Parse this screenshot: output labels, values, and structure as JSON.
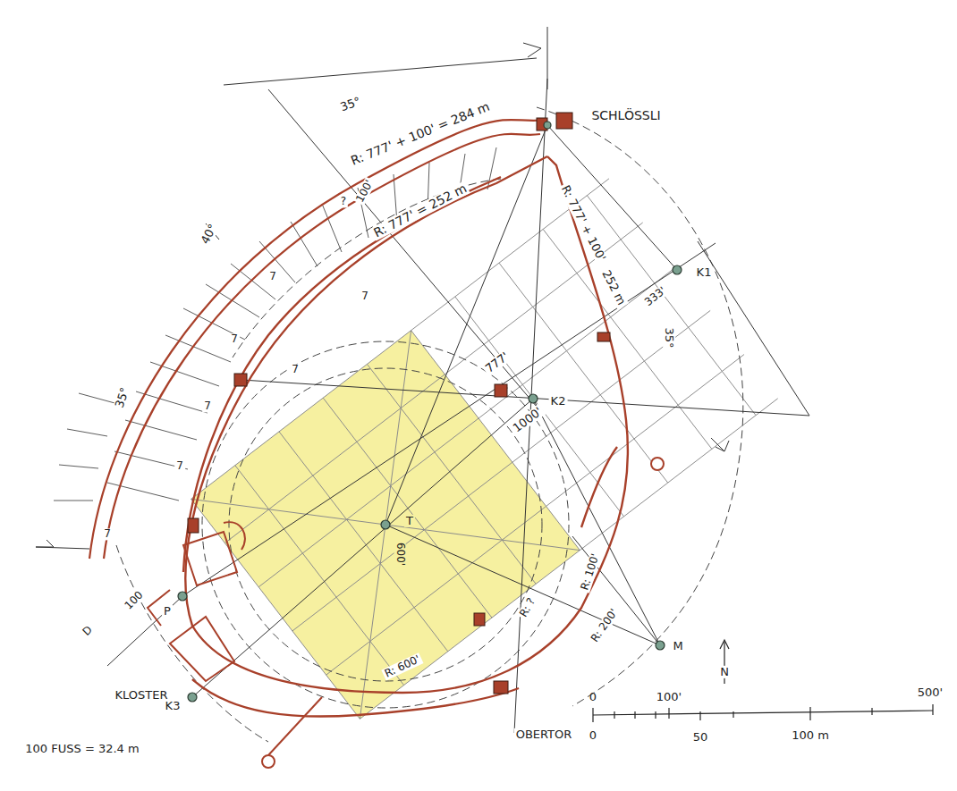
{
  "diagram": {
    "labels": [
      "SCHLÖSSLI",
      "35°",
      "R: 777' + 100' = 284 m",
      "?",
      "100'",
      "R: 777' = 252 m",
      "R: 777' + 100'",
      "252 m",
      "333'",
      "K1",
      "35°",
      "40°",
      "35°",
      "7",
      "7",
      "7",
      "7",
      "7",
      "7",
      "7",
      "K2",
      "777'",
      "1000'",
      "T",
      "600'",
      "R: 100'",
      "R: 200'",
      "R: ?",
      "R: 600'",
      "M",
      "100",
      "P",
      "D",
      "KLOSTER",
      "K3",
      "100 FUSS = 32.4 m",
      "OBERTOR",
      "0",
      "100'",
      "500'",
      "0",
      "50",
      "100 m",
      "N"
    ]
  }
}
